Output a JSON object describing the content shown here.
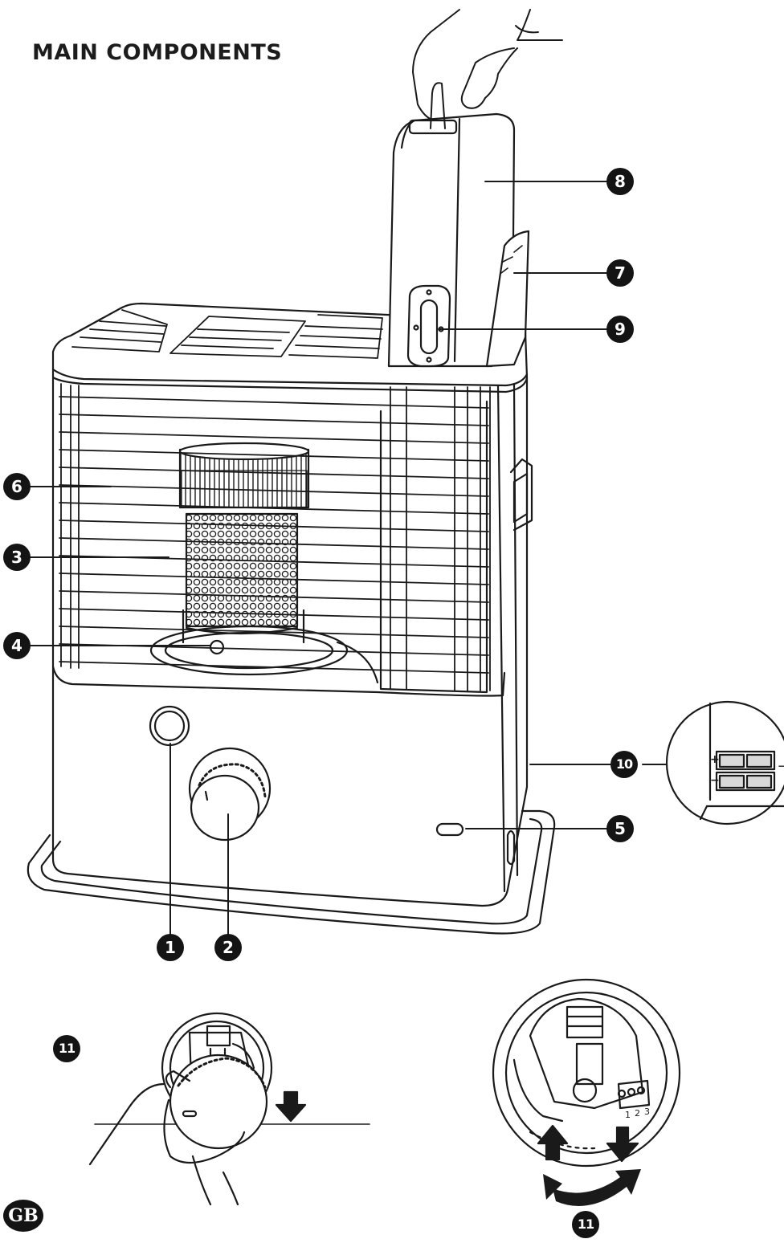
{
  "page": {
    "title": "MAIN COMPONENTS",
    "language_badge": "GB"
  },
  "callouts": [
    {
      "id": "c1",
      "label": "1"
    },
    {
      "id": "c2",
      "label": "2"
    },
    {
      "id": "c3",
      "label": "3"
    },
    {
      "id": "c4",
      "label": "4"
    },
    {
      "id": "c5",
      "label": "5"
    },
    {
      "id": "c6",
      "label": "6"
    },
    {
      "id": "c7",
      "label": "7"
    },
    {
      "id": "c8",
      "label": "8"
    },
    {
      "id": "c9",
      "label": "9"
    },
    {
      "id": "c10",
      "label": "10"
    },
    {
      "id": "c11a",
      "label": "11"
    },
    {
      "id": "c11b",
      "label": "11"
    }
  ],
  "battery_inset": {
    "plus": "+",
    "minus": "−"
  },
  "dial_scale": [
    "1",
    "2",
    "3"
  ],
  "colors": {
    "ink": "#1a1a1a",
    "paper": "#ffffff",
    "shade": "#d9d9d9"
  }
}
